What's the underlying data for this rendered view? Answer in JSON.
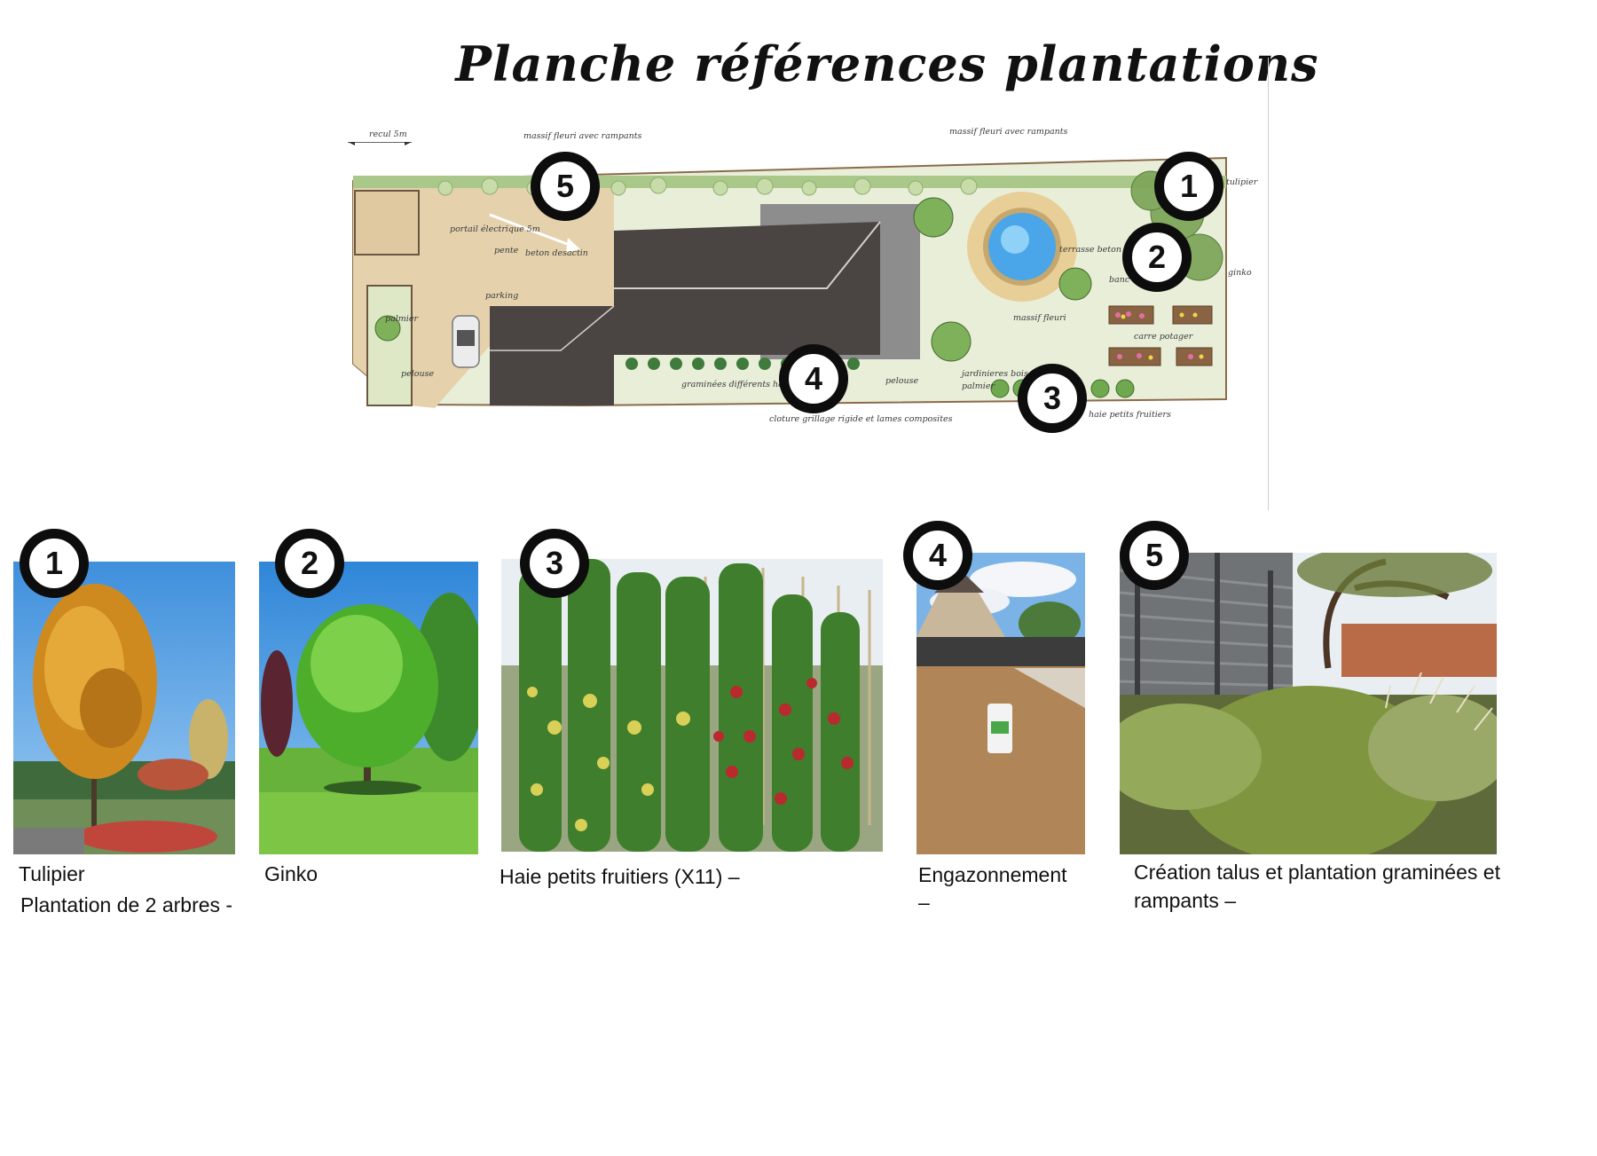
{
  "title": "Planche références plantations",
  "plan": {
    "labels": {
      "recul": "recul 5m",
      "massif_left": "massif fleuri avec rampants",
      "massif_right": "massif fleuri avec rampants",
      "portail": "portail électrique 5m",
      "pente": "pente",
      "beton": "beton desactin",
      "parking": "parking",
      "palmier_left": "palmier",
      "pelouse_left": "pelouse",
      "terrasse": "terrasse beton desacti",
      "banc": "banc",
      "ginko": "ginko",
      "tulipier": "tulipier",
      "carre_potager": "carre potager",
      "massif_fleuri": "massif fleuri",
      "graminees": "graminées différents hauteurs",
      "pelouse_right": "pelouse",
      "jardinieres": "jardinieres bois",
      "palmier_right": "palmier",
      "cloture": "cloture grillage rigide et lames composites",
      "haie": "haie petits fruitiers"
    },
    "markers": [
      "5",
      "1",
      "2",
      "4",
      "3"
    ]
  },
  "references": [
    {
      "number": "1",
      "icon": "tulip-tree-photo",
      "caption_lines": [
        "Tulipier",
        "Plantation de 2 arbres -"
      ]
    },
    {
      "number": "2",
      "icon": "ginkgo-tree-photo",
      "caption_lines": [
        "Ginko"
      ]
    },
    {
      "number": "3",
      "icon": "fruit-hedge-photo",
      "caption_lines": [
        "Haie petits fruitiers (X11) –"
      ]
    },
    {
      "number": "4",
      "icon": "lawn-seeding-photo",
      "caption_lines": [
        "Engazonnement",
        "–"
      ]
    },
    {
      "number": "5",
      "icon": "grasses-slope-photo",
      "caption_lines": [
        "Création talus et plantation graminées et",
        "rampants –"
      ]
    }
  ],
  "colors": {
    "badge_border": "#0d0d0d",
    "roof": "#4a4442",
    "lawn": "#dfe9c4",
    "paving": "#e7d6b4"
  }
}
